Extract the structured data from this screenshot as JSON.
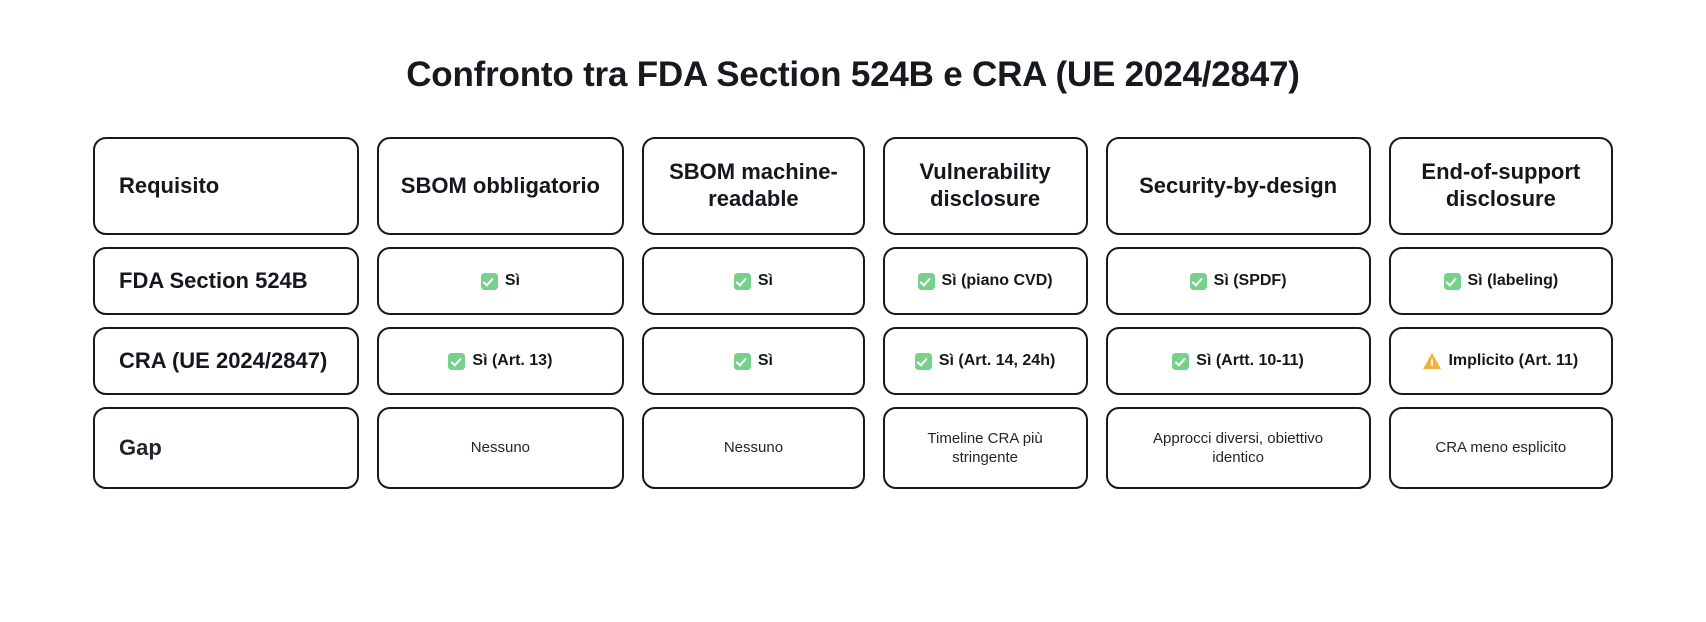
{
  "page": {
    "title": "Confronto tra FDA Section 524B e CRA (UE 2024/2847)",
    "background_color": "#ffffff",
    "text_color": "#14171b",
    "check_icon_color": "#78d18b",
    "warn_icon_color": "#f2b33d",
    "border_color": "#15181c"
  },
  "chart_data": {
    "type": "table",
    "title": "Confronto tra FDA Section 524B e CRA (UE 2024/2847)",
    "columns": [
      "Requisito",
      "SBOM obbligatorio",
      "SBOM machine-readable",
      "Vulnerability disclosure",
      "Security-by-design",
      "End-of-support disclosure"
    ],
    "rows": [
      {
        "label": "FDA Section 524B",
        "cells": [
          {
            "icon": "check-icon",
            "text": "Sì"
          },
          {
            "icon": "check-icon",
            "text": "Sì"
          },
          {
            "icon": "check-icon",
            "text": "Sì (piano CVD)"
          },
          {
            "icon": "check-icon",
            "text": "Sì (SPDF)"
          },
          {
            "icon": "check-icon",
            "text": "Sì (labeling)"
          }
        ]
      },
      {
        "label": "CRA (UE 2024/2847)",
        "cells": [
          {
            "icon": "check-icon",
            "text": "Sì (Art. 13)"
          },
          {
            "icon": "check-icon",
            "text": "Sì"
          },
          {
            "icon": "check-icon",
            "text": "Sì (Art. 14, 24h)"
          },
          {
            "icon": "check-icon",
            "text": "Sì (Artt. 10-11)"
          },
          {
            "icon": "warning-icon",
            "text": "Implicito (Art. 11)"
          }
        ]
      },
      {
        "label": "Gap",
        "cells": [
          {
            "icon": "none",
            "text": "Nessuno"
          },
          {
            "icon": "none",
            "text": "Nessuno"
          },
          {
            "icon": "none",
            "text": "Timeline CRA più\nstringente"
          },
          {
            "icon": "none",
            "text": "Approcci diversi, obiettivo\nidentico"
          },
          {
            "icon": "none",
            "text": "CRA meno esplicito"
          }
        ]
      }
    ]
  },
  "headers": {
    "h0": "Requisito",
    "h1": "SBOM obbligatorio",
    "h2": "SBOM machine-readable",
    "h3": "Vulnerability disclosure",
    "h4": "Security-by-design",
    "h5": "End-of-support disclosure"
  },
  "row_fda": {
    "label": "FDA Section 524B",
    "c1": "Sì",
    "c2": "Sì",
    "c3": "Sì (piano CVD)",
    "c4": "Sì (SPDF)",
    "c5": "Sì (labeling)"
  },
  "row_cra": {
    "label": "CRA (UE 2024/2847)",
    "c1": "Sì (Art. 13)",
    "c2": "Sì",
    "c3": "Sì (Art. 14, 24h)",
    "c4": "Sì (Artt. 10-11)",
    "c5": "Implicito (Art. 11)"
  },
  "row_gap": {
    "label": "Gap",
    "c1": "Nessuno",
    "c2": "Nessuno",
    "c3": "Timeline CRA più\nstringente",
    "c4": "Approcci diversi, obiettivo\nidentico",
    "c5": "CRA meno esplicito"
  }
}
